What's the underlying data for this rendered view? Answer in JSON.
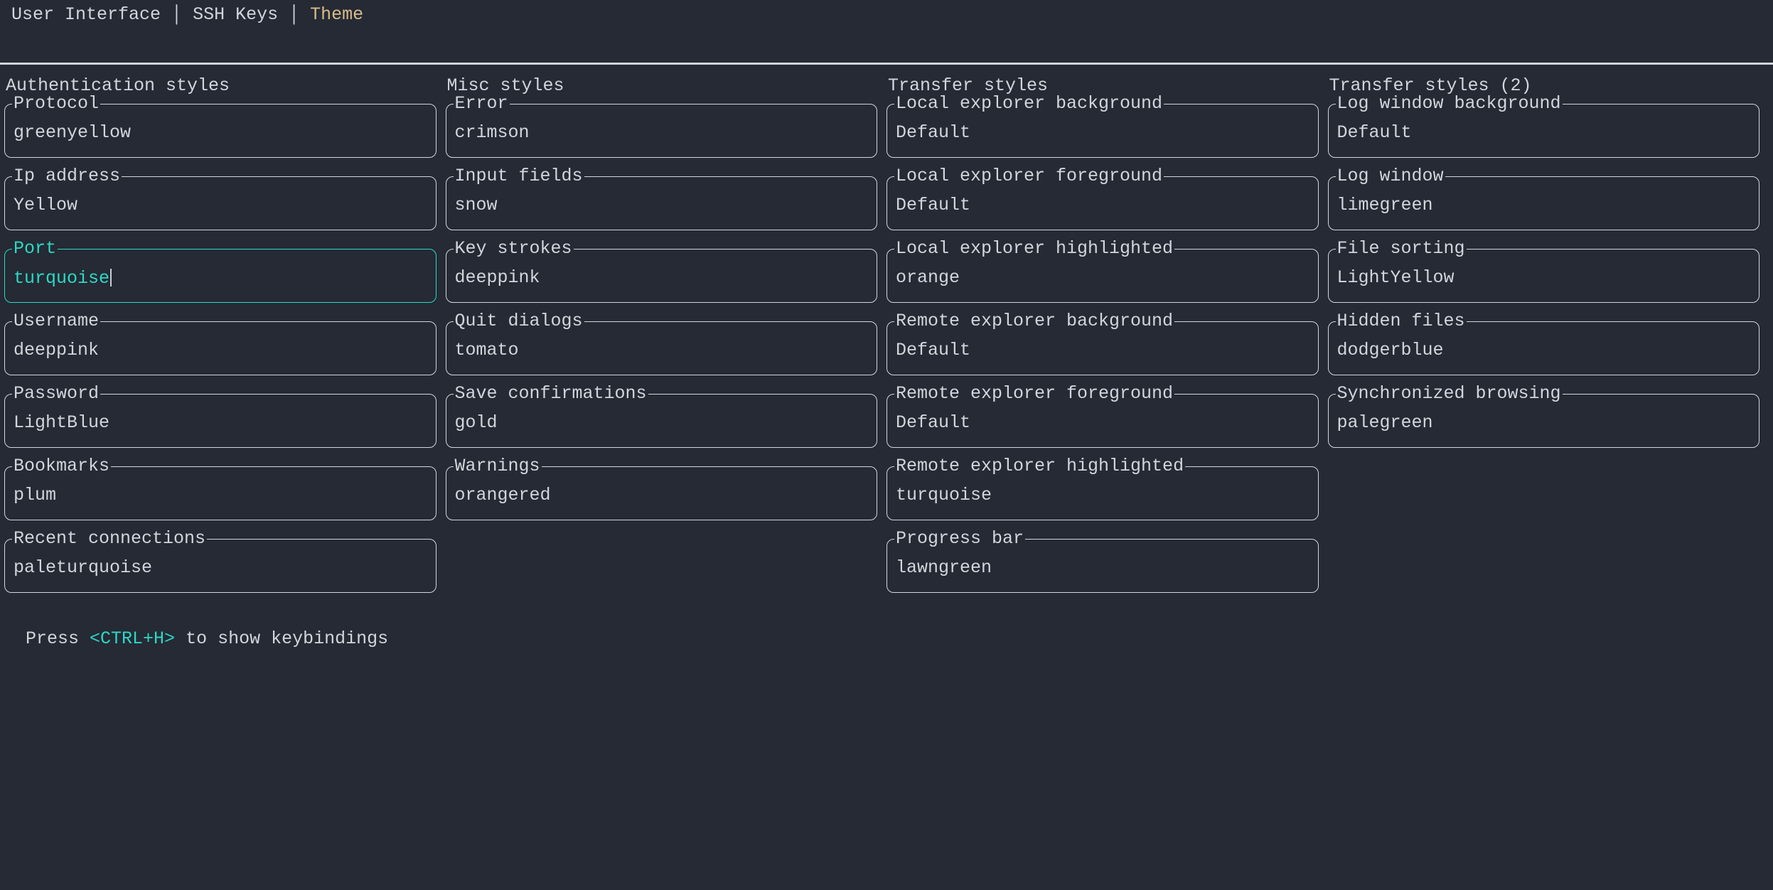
{
  "tabs": {
    "separator": " │ ",
    "items": [
      {
        "label": "User Interface",
        "active": false
      },
      {
        "label": "SSH Keys",
        "active": false
      },
      {
        "label": "Theme",
        "active": true
      }
    ]
  },
  "columns": [
    {
      "title": "Authentication styles",
      "fields": [
        {
          "label": "Protocol",
          "value": "greenyellow",
          "focused": false
        },
        {
          "label": "Ip address",
          "value": "Yellow",
          "focused": false
        },
        {
          "label": "Port",
          "value": "turquoise",
          "focused": true
        },
        {
          "label": "Username",
          "value": "deeppink",
          "focused": false
        },
        {
          "label": "Password",
          "value": "LightBlue",
          "focused": false
        },
        {
          "label": "Bookmarks",
          "value": "plum",
          "focused": false
        },
        {
          "label": "Recent connections",
          "value": "paleturquoise",
          "focused": false
        }
      ]
    },
    {
      "title": "Misc styles",
      "fields": [
        {
          "label": "Error",
          "value": "crimson",
          "focused": false
        },
        {
          "label": "Input fields",
          "value": "snow",
          "focused": false
        },
        {
          "label": "Key strokes",
          "value": "deeppink",
          "focused": false
        },
        {
          "label": "Quit dialogs",
          "value": "tomato",
          "focused": false
        },
        {
          "label": "Save confirmations",
          "value": "gold",
          "focused": false
        },
        {
          "label": "Warnings",
          "value": "orangered",
          "focused": false
        }
      ]
    },
    {
      "title": "Transfer styles",
      "fields": [
        {
          "label": "Local explorer background",
          "value": "Default",
          "focused": false
        },
        {
          "label": "Local explorer foreground",
          "value": "Default",
          "focused": false
        },
        {
          "label": "Local explorer highlighted",
          "value": "orange",
          "focused": false
        },
        {
          "label": "Remote explorer background",
          "value": "Default",
          "focused": false
        },
        {
          "label": "Remote explorer foreground",
          "value": "Default",
          "focused": false
        },
        {
          "label": "Remote explorer highlighted",
          "value": "turquoise",
          "focused": false
        },
        {
          "label": "Progress bar",
          "value": "lawngreen",
          "focused": false
        }
      ]
    },
    {
      "title": "Transfer styles (2)",
      "fields": [
        {
          "label": "Log window background",
          "value": "Default",
          "focused": false
        },
        {
          "label": "Log window",
          "value": "limegreen",
          "focused": false
        },
        {
          "label": "File sorting",
          "value": "LightYellow",
          "focused": false
        },
        {
          "label": "Hidden files",
          "value": "dodgerblue",
          "focused": false
        },
        {
          "label": "Synchronized browsing",
          "value": "palegreen",
          "focused": false
        }
      ]
    }
  ],
  "status": {
    "prefix": "Press ",
    "key": "<CTRL+H>",
    "suffix": " to show keybindings"
  },
  "colors": {
    "background": "#252a34",
    "foreground": "#d2d6dc",
    "accent": "#2dd8c6",
    "active_tab": "#d8bb8a",
    "cursor": "#c9cdd5"
  }
}
